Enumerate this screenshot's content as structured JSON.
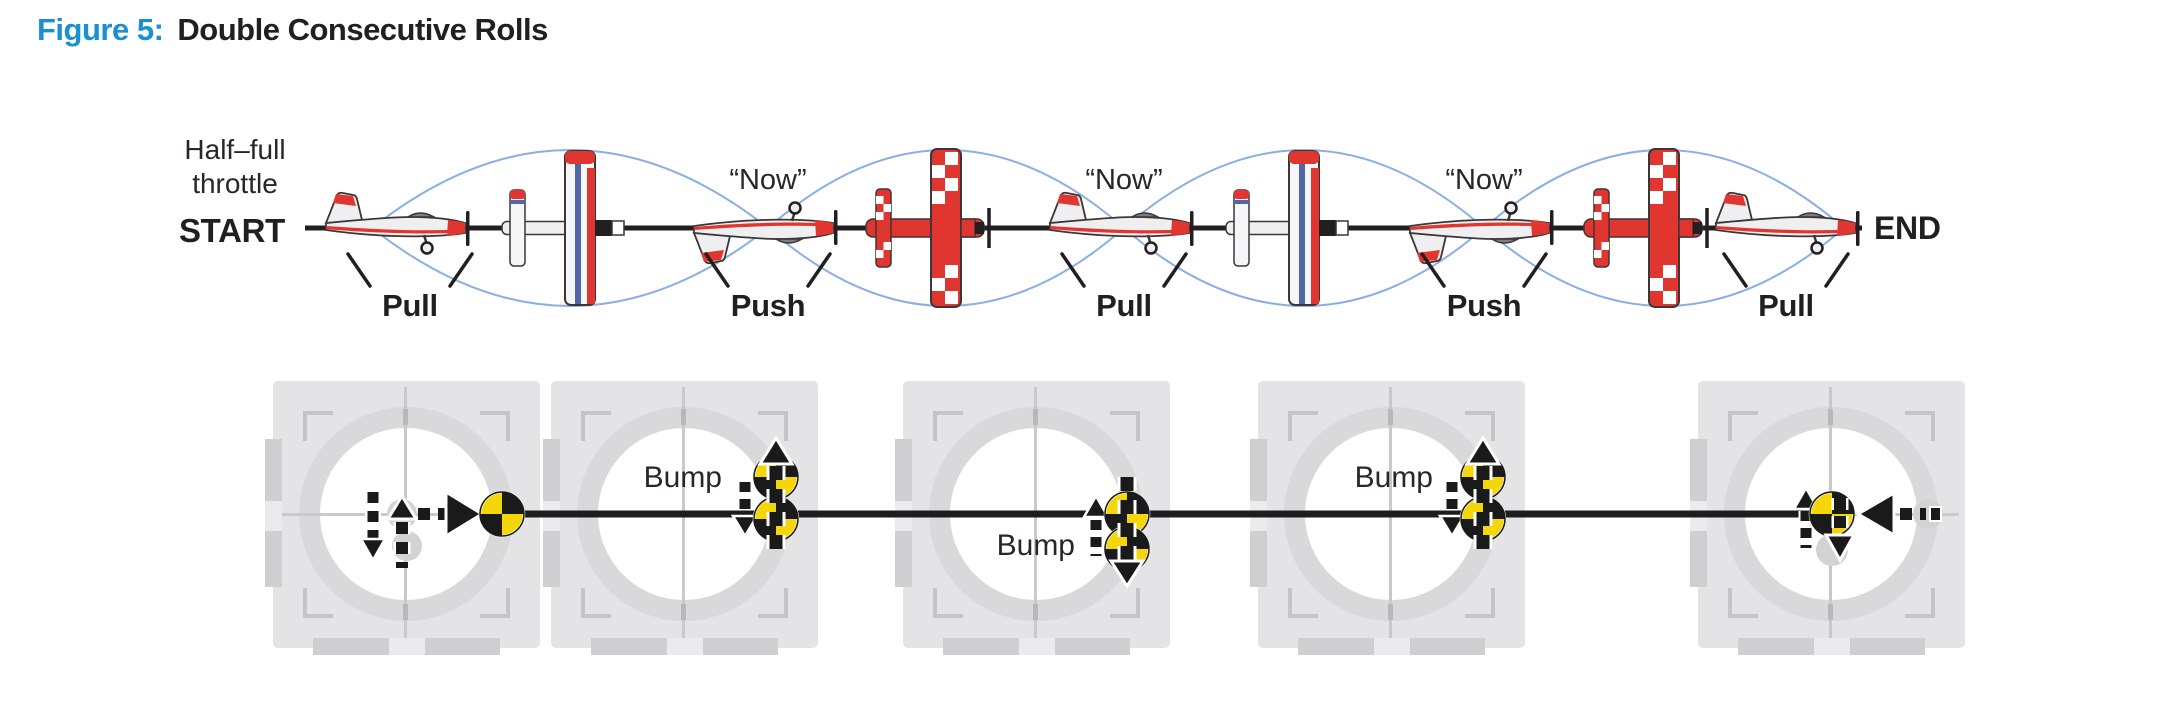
{
  "figure": {
    "label": "Figure 5:",
    "title": "Double Consecutive Rolls"
  },
  "flight_path": {
    "throttle_note": [
      "Half–full",
      "throttle"
    ],
    "start_label": "START",
    "end_label": "END",
    "now_calls": [
      "“Now”",
      "“Now”",
      "“Now”"
    ],
    "elevator_calls": [
      "Pull",
      "Push",
      "Pull",
      "Push",
      "Pull"
    ],
    "airplane_sequence": [
      "upright-side-view",
      "knife-edge-striped-wing",
      "inverted-side-view",
      "knife-edge-checkered-wing",
      "upright-side-view",
      "knife-edge-striped-wing",
      "inverted-side-view",
      "knife-edge-checkered-wing",
      "upright-side-view"
    ]
  },
  "stick_row": {
    "bump_labels": [
      "Bump",
      "Bump",
      "Bump"
    ]
  },
  "colors": {
    "figure_label_blue": "#1a8fd1",
    "ink": "#231f20",
    "airplane_red": "#e13530",
    "airplane_blue_stripe": "#5066a6",
    "flight_path_blue": "#8aafe2",
    "knob_yellow": "#f5d60b",
    "gimbal_gray": "#e4e4e6"
  }
}
